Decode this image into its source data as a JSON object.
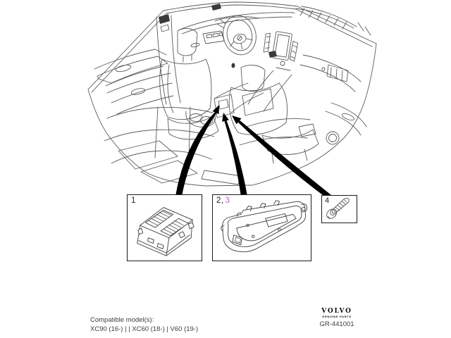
{
  "scene": {
    "description": "isometric line drawing of car interior; three arrows point to rear of center console between front seats"
  },
  "parts": [
    {
      "id": "1",
      "label": "1",
      "illustration": "control-module"
    },
    {
      "id": "2-3",
      "label": "2,",
      "label_highlight": "3",
      "illustration": "console-housing-bracket"
    },
    {
      "id": "4",
      "label": "4",
      "illustration": "self-tapping-screw"
    }
  ],
  "footer": {
    "compatible_heading": "Compatible model(s):",
    "compatible_models": "XC90 (16-) | | XC60 (18-) | V60 (19-)"
  },
  "brand": {
    "wordmark": "VOLVO",
    "tagline": "GENUINE PARTS",
    "drawing_number": "GR-441001"
  },
  "colors": {
    "highlight": "#c05fc0",
    "line_art": "#5a5a5a",
    "arrow": "#000000",
    "background": "#ffffff"
  }
}
